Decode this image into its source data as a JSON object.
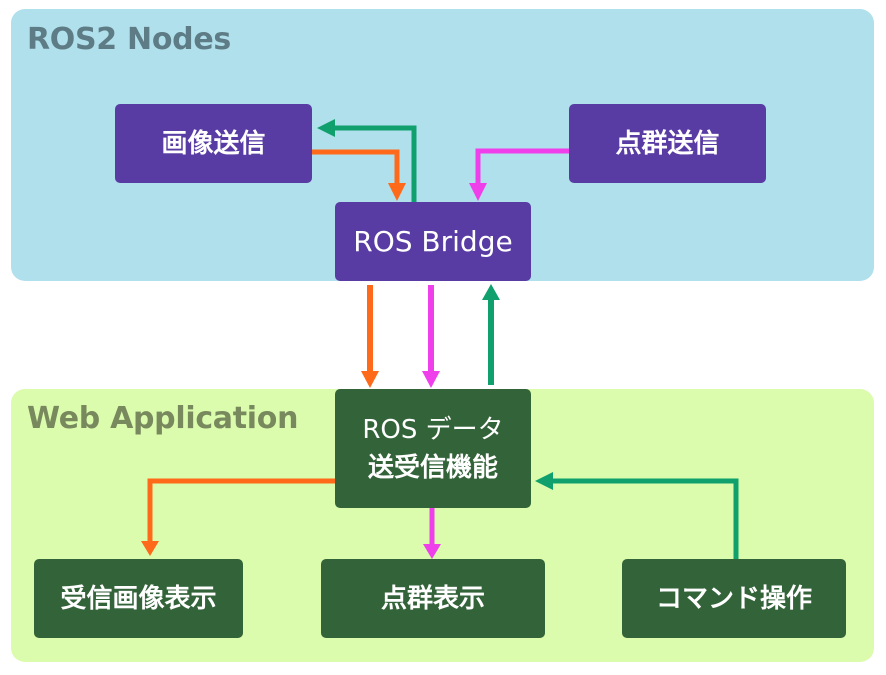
{
  "colors": {
    "ros_region_bg": "#B0E0EC",
    "web_region_bg": "#DBFCAC",
    "ros_node": "#583BA3",
    "web_node": "#336339",
    "image_flow": "#FF6A1A",
    "pointcloud_flow": "#EE3FEA",
    "command_flow": "#10A06E"
  },
  "regions": {
    "ros": {
      "title": "ROS2 Nodes"
    },
    "web": {
      "title": "Web Application"
    }
  },
  "nodes": {
    "image_send": "画像送信",
    "pointcloud_send": "点群送信",
    "ros_bridge": "ROS Bridge",
    "data_io_line1": "ROS データ",
    "data_io_line2": "送受信機能",
    "image_view": "受信画像表示",
    "pointcloud_view": "点群表示",
    "command": "コマンド操作"
  },
  "edges": [
    {
      "from": "画像送信",
      "to": "ROS Bridge",
      "flow": "image"
    },
    {
      "from": "ROS Bridge",
      "to": "画像送信",
      "flow": "command"
    },
    {
      "from": "点群送信",
      "to": "ROS Bridge",
      "flow": "pointcloud"
    },
    {
      "from": "ROS Bridge",
      "to": "ROS データ 送受信機能",
      "flow": "image"
    },
    {
      "from": "ROS Bridge",
      "to": "ROS データ 送受信機能",
      "flow": "pointcloud"
    },
    {
      "from": "ROS データ 送受信機能",
      "to": "ROS Bridge",
      "flow": "command"
    },
    {
      "from": "ROS データ 送受信機能",
      "to": "受信画像表示",
      "flow": "image"
    },
    {
      "from": "ROS データ 送受信機能",
      "to": "点群表示",
      "flow": "pointcloud"
    },
    {
      "from": "コマンド操作",
      "to": "ROS データ 送受信機能",
      "flow": "command"
    }
  ]
}
